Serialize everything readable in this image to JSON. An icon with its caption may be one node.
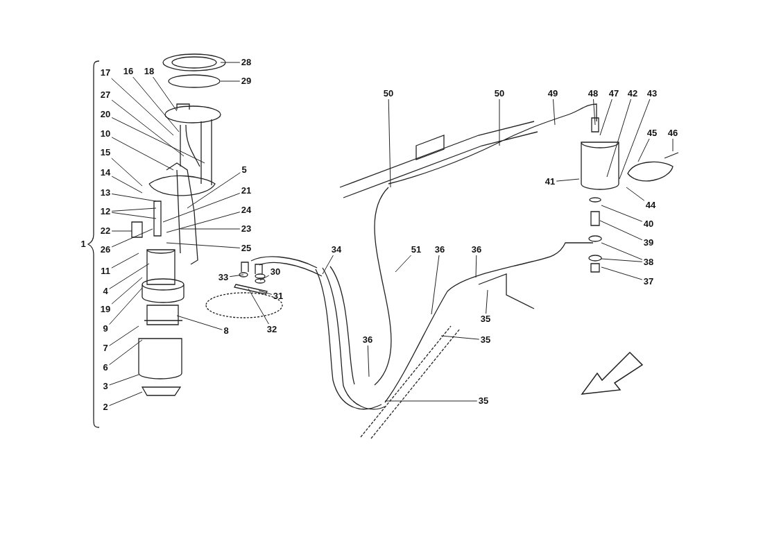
{
  "diagram": {
    "nodes": [
      {
        "text": [
          "28"
        ]
      },
      {
        "text": [
          "29"
        ]
      },
      {
        "text": [
          "17"
        ]
      },
      {
        "text": [
          "16"
        ]
      },
      {
        "text": [
          "18"
        ]
      },
      {
        "text": [
          "27"
        ]
      },
      {
        "text": [
          "20"
        ]
      },
      {
        "text": [
          "10"
        ]
      },
      {
        "text": [
          "15"
        ]
      },
      {
        "text": [
          "14"
        ]
      },
      {
        "text": [
          "13"
        ]
      },
      {
        "text": [
          "12"
        ]
      },
      {
        "text": [
          "22"
        ]
      },
      {
        "text": [
          "26"
        ]
      },
      {
        "text": [
          "11"
        ]
      },
      {
        "text": [
          "4"
        ]
      },
      {
        "text": [
          "19"
        ]
      },
      {
        "text": [
          "9"
        ]
      },
      {
        "text": [
          "7"
        ]
      },
      {
        "text": [
          "6"
        ]
      },
      {
        "text": [
          "3"
        ]
      },
      {
        "text": [
          "2"
        ]
      },
      {
        "text": [
          "5"
        ]
      },
      {
        "text": [
          "21"
        ]
      },
      {
        "text": [
          "24"
        ]
      },
      {
        "text": [
          "23"
        ]
      },
      {
        "text": [
          "25"
        ]
      },
      {
        "text": [
          "33"
        ]
      },
      {
        "text": [
          "30"
        ]
      },
      {
        "text": [
          "31"
        ]
      },
      {
        "text": [
          "32"
        ]
      },
      {
        "text": [
          "8"
        ]
      },
      {
        "text": [
          "50"
        ]
      },
      {
        "text": [
          "50"
        ]
      },
      {
        "text": [
          "49"
        ]
      },
      {
        "text": [
          "48"
        ]
      },
      {
        "text": [
          "47"
        ]
      },
      {
        "text": [
          "42"
        ]
      },
      {
        "text": [
          "43"
        ]
      },
      {
        "text": [
          "45"
        ]
      },
      {
        "text": [
          "46"
        ]
      },
      {
        "text": [
          "41"
        ]
      },
      {
        "text": [
          "44"
        ]
      },
      {
        "text": [
          "40"
        ]
      },
      {
        "text": [
          "39"
        ]
      },
      {
        "text": [
          "38"
        ]
      },
      {
        "text": [
          "37"
        ]
      },
      {
        "text": [
          "34"
        ]
      },
      {
        "text": [
          "51"
        ]
      },
      {
        "text": [
          "36"
        ]
      },
      {
        "text": [
          "36"
        ]
      },
      {
        "text": [
          "35"
        ]
      },
      {
        "text": [
          "35"
        ]
      },
      {
        "text": [
          "36"
        ]
      },
      {
        "text": [
          "35"
        ]
      }
    ],
    "edges": [
      {
        "from": 0,
        "to": null,
        "arrow": "none"
      },
      {
        "from": 1,
        "to": null,
        "arrow": "none"
      },
      {
        "from": 2,
        "to": null,
        "arrow": "none"
      },
      {
        "from": 3,
        "to": null,
        "arrow": "none"
      },
      {
        "from": 4,
        "to": null,
        "arrow": "none"
      },
      {
        "from": 5,
        "to": null,
        "arrow": "none"
      },
      {
        "from": 6,
        "to": null,
        "arrow": "none"
      },
      {
        "from": 7,
        "to": null,
        "arrow": "none"
      },
      {
        "from": 8,
        "to": null,
        "arrow": "none"
      },
      {
        "from": 9,
        "to": null,
        "arrow": "none"
      },
      {
        "from": 10,
        "to": null,
        "arrow": "none"
      },
      {
        "from": 11,
        "to": null,
        "arrow": "none"
      },
      {
        "from": 11,
        "to": null,
        "arrow": "none"
      },
      {
        "from": 12,
        "to": null,
        "arrow": "none"
      },
      {
        "from": 13,
        "to": null,
        "arrow": "none"
      },
      {
        "from": 14,
        "to": null,
        "arrow": "none"
      },
      {
        "from": 15,
        "to": null,
        "arrow": "none"
      },
      {
        "from": 16,
        "to": null,
        "arrow": "none"
      },
      {
        "from": 17,
        "to": null,
        "arrow": "none"
      },
      {
        "from": 18,
        "to": null,
        "arrow": "none"
      },
      {
        "from": 19,
        "to": null,
        "arrow": "none"
      },
      {
        "from": 20,
        "to": null,
        "arrow": "none"
      },
      {
        "from": 21,
        "to": null,
        "arrow": "none"
      },
      {
        "from": 22,
        "to": null,
        "arrow": "none"
      },
      {
        "from": 23,
        "to": null,
        "arrow": "none"
      },
      {
        "from": 24,
        "to": null,
        "arrow": "none"
      },
      {
        "from": 25,
        "to": null,
        "arrow": "none"
      },
      {
        "from": 26,
        "to": null,
        "arrow": "none"
      },
      {
        "from": 27,
        "to": null,
        "arrow": "none"
      },
      {
        "from": 28,
        "to": null,
        "arrow": "none"
      },
      {
        "from": 29,
        "to": null,
        "arrow": "none"
      },
      {
        "from": 30,
        "to": null,
        "arrow": "none"
      },
      {
        "from": 31,
        "to": null,
        "arrow": "none"
      },
      {
        "from": 32,
        "to": null,
        "arrow": "none"
      },
      {
        "from": 33,
        "to": null,
        "arrow": "none"
      },
      {
        "from": 34,
        "to": null,
        "arrow": "none"
      },
      {
        "from": 35,
        "to": null,
        "arrow": "none"
      },
      {
        "from": 36,
        "to": null,
        "arrow": "none"
      },
      {
        "from": 37,
        "to": null,
        "arrow": "none"
      },
      {
        "from": 38,
        "to": null,
        "arrow": "none"
      },
      {
        "from": 39,
        "to": null,
        "arrow": "none"
      },
      {
        "from": 40,
        "to": null,
        "arrow": "none"
      },
      {
        "from": 41,
        "to": null,
        "arrow": "none"
      },
      {
        "from": 42,
        "to": null,
        "arrow": "none"
      },
      {
        "from": 43,
        "to": null,
        "arrow": "none"
      },
      {
        "from": 44,
        "to": null,
        "arrow": "none"
      },
      {
        "from": 45,
        "to": null,
        "arrow": "none"
      },
      {
        "from": 45,
        "to": null,
        "arrow": "none"
      },
      {
        "from": 46,
        "to": null,
        "arrow": "none"
      },
      {
        "from": 47,
        "to": null,
        "arrow": "none"
      },
      {
        "from": 48,
        "to": null,
        "arrow": "none"
      },
      {
        "from": 49,
        "to": null,
        "arrow": "none"
      },
      {
        "from": 50,
        "to": null,
        "arrow": "none"
      },
      {
        "from": 51,
        "to": null,
        "arrow": "none"
      },
      {
        "from": 52,
        "to": null,
        "arrow": "none"
      },
      {
        "from": 53,
        "to": null,
        "arrow": "none"
      },
      {
        "from": 54,
        "to": null,
        "arrow": "none"
      }
    ],
    "labels": [
      "1"
    ]
  }
}
